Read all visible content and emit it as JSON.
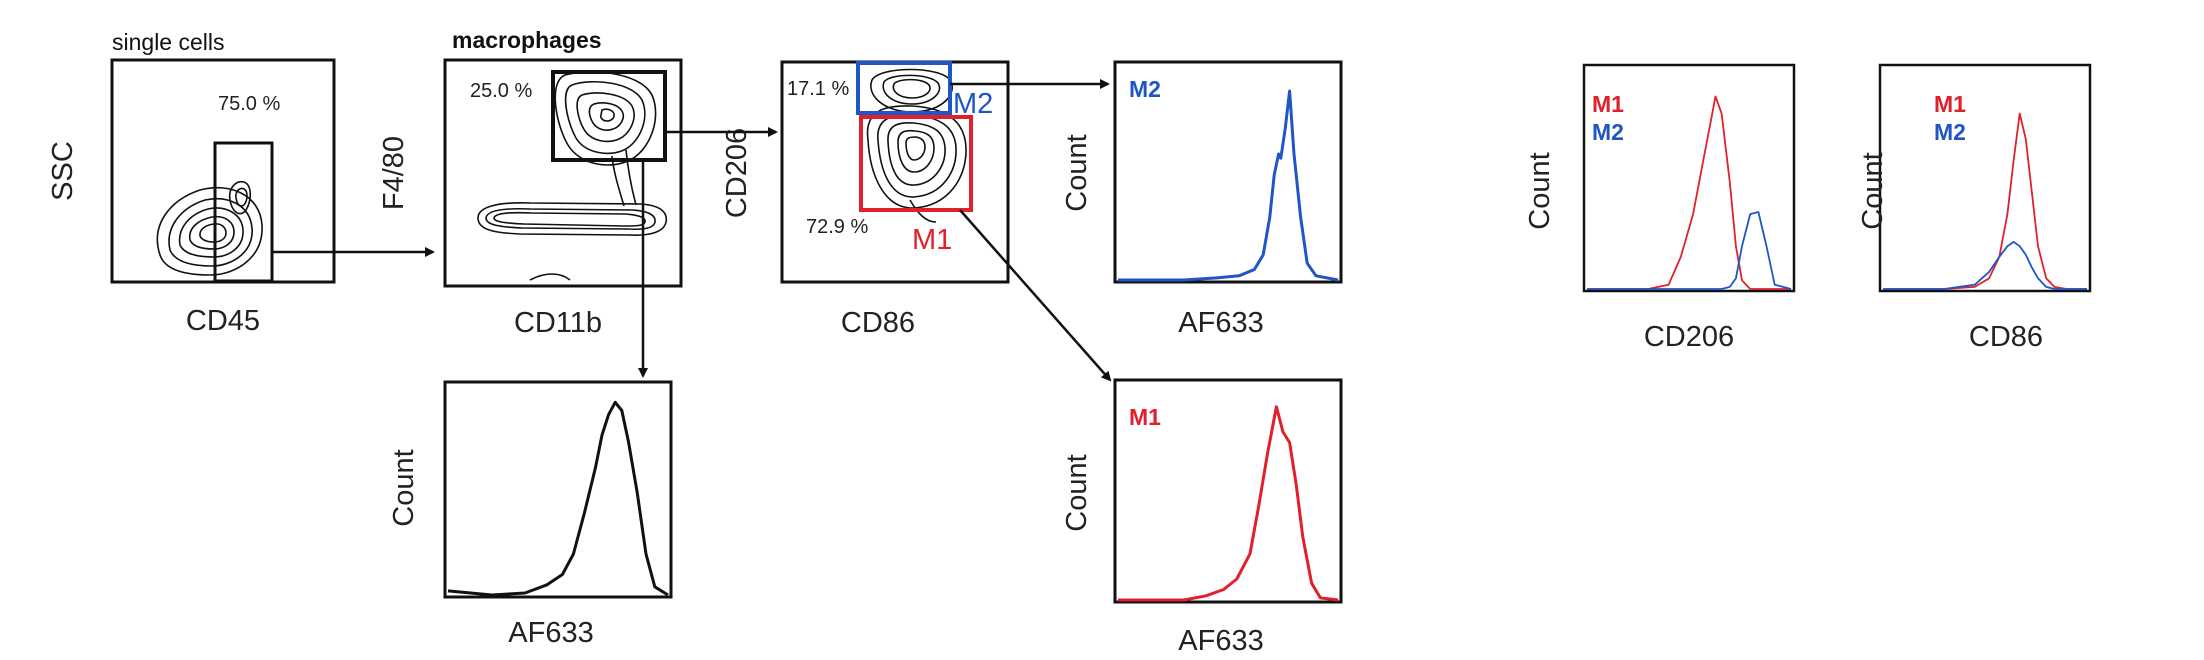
{
  "colors": {
    "m1": "#e0202a",
    "m2": "#1f55c4",
    "axis": "#111111",
    "text": "#222222"
  },
  "titles": {
    "single_cells": "single cells",
    "macrophages": "macrophages"
  },
  "percentages": {
    "p75": "75.0 %",
    "p25": "25.0 %",
    "p171": "17.1 %",
    "p729": "72.9 %"
  },
  "gate_labels": {
    "m1": "M1",
    "m2": "M2"
  },
  "axes": {
    "ssc": "SSC",
    "cd45": "CD45",
    "f480": "F4/80",
    "cd11b": "CD11b",
    "cd206": "CD206",
    "cd86": "CD86",
    "count": "Count",
    "af633": "AF633"
  },
  "chart_data": [
    {
      "id": "single-cells",
      "type": "scatter",
      "title": "single cells",
      "xlabel": "CD45",
      "ylabel": "SSC",
      "gates": [
        {
          "percent": 75.0
        }
      ]
    },
    {
      "id": "macrophages",
      "type": "scatter",
      "title": "macrophages",
      "xlabel": "CD11b",
      "ylabel": "F4/80",
      "gates": [
        {
          "percent": 25.0
        }
      ]
    },
    {
      "id": "m1-m2",
      "type": "scatter",
      "xlabel": "CD86",
      "ylabel": "CD206",
      "gates": [
        {
          "name": "M2",
          "percent": 17.1
        },
        {
          "name": "M1",
          "percent": 72.9
        }
      ]
    },
    {
      "id": "m2-hist",
      "type": "line",
      "xlabel": "AF633",
      "ylabel": "Count",
      "legend": [
        "M2"
      ],
      "x": [
        0,
        0.3,
        0.45,
        0.55,
        0.62,
        0.66,
        0.69,
        0.71,
        0.73,
        0.74,
        0.76,
        0.78,
        0.8,
        0.83,
        0.86,
        0.9,
        1.0
      ],
      "series": [
        {
          "name": "M2",
          "values": [
            0,
            0,
            0.01,
            0.02,
            0.05,
            0.12,
            0.3,
            0.5,
            0.6,
            0.58,
            0.72,
            0.9,
            0.6,
            0.3,
            0.08,
            0.02,
            0
          ]
        }
      ]
    },
    {
      "id": "macrophage-hist",
      "type": "line",
      "xlabel": "AF633",
      "ylabel": "Count",
      "x": [
        0,
        0.2,
        0.35,
        0.45,
        0.52,
        0.57,
        0.62,
        0.67,
        0.7,
        0.73,
        0.76,
        0.79,
        0.82,
        0.86,
        0.9,
        0.94,
        1.0
      ],
      "series": [
        {
          "name": "",
          "values": [
            0.02,
            0,
            0.01,
            0.05,
            0.1,
            0.2,
            0.4,
            0.62,
            0.78,
            0.88,
            0.94,
            0.9,
            0.75,
            0.5,
            0.2,
            0.04,
            0
          ]
        }
      ]
    },
    {
      "id": "m1-hist",
      "type": "line",
      "xlabel": "AF633",
      "ylabel": "Count",
      "legend": [
        "M1"
      ],
      "x": [
        0,
        0.3,
        0.4,
        0.48,
        0.54,
        0.6,
        0.64,
        0.68,
        0.72,
        0.75,
        0.78,
        0.81,
        0.84,
        0.88,
        0.92,
        1.0
      ],
      "series": [
        {
          "name": "M1",
          "values": [
            0,
            0,
            0.02,
            0.05,
            0.1,
            0.22,
            0.45,
            0.7,
            0.92,
            0.8,
            0.75,
            0.55,
            0.3,
            0.08,
            0.01,
            0
          ]
        }
      ]
    },
    {
      "id": "cd206-overlay",
      "type": "line",
      "xlabel": "CD206",
      "ylabel": "Count",
      "legend": [
        "M1",
        "M2"
      ],
      "x": [
        0,
        0.3,
        0.4,
        0.46,
        0.52,
        0.56,
        0.6,
        0.63,
        0.66,
        0.7,
        0.73,
        0.76,
        0.8,
        0.84,
        0.88,
        0.92,
        1.0
      ],
      "series": [
        {
          "name": "M1",
          "values": [
            0,
            0,
            0.02,
            0.15,
            0.35,
            0.55,
            0.75,
            0.9,
            0.82,
            0.5,
            0.2,
            0.04,
            0,
            0,
            0,
            0,
            0
          ]
        },
        {
          "name": "M2",
          "values": [
            0,
            0,
            0,
            0,
            0,
            0,
            0,
            0,
            0,
            0.01,
            0.05,
            0.2,
            0.35,
            0.36,
            0.2,
            0.02,
            0
          ]
        }
      ]
    },
    {
      "id": "cd86-overlay",
      "type": "line",
      "xlabel": "CD86",
      "ylabel": "Count",
      "legend": [
        "M1",
        "M2"
      ],
      "x": [
        0,
        0.3,
        0.45,
        0.52,
        0.57,
        0.61,
        0.64,
        0.67,
        0.7,
        0.73,
        0.76,
        0.8,
        0.84,
        0.9,
        1.0
      ],
      "series": [
        {
          "name": "M1",
          "values": [
            0,
            0,
            0.01,
            0.05,
            0.15,
            0.35,
            0.6,
            0.82,
            0.7,
            0.45,
            0.2,
            0.05,
            0.01,
            0,
            0
          ]
        },
        {
          "name": "M2",
          "values": [
            0,
            0,
            0.02,
            0.08,
            0.15,
            0.2,
            0.22,
            0.2,
            0.16,
            0.1,
            0.05,
            0.01,
            0,
            0,
            0
          ]
        }
      ]
    }
  ]
}
